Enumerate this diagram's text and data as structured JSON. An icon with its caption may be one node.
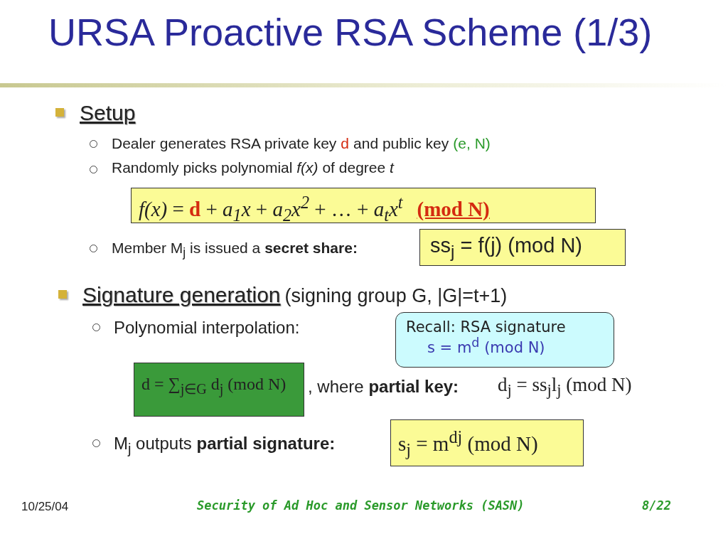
{
  "diagram": {
    "title": "URSA Proactive RSA Scheme (1/3)",
    "nodes": [
      {
        "text": [
          "*f(x)* = **d** + *a$_{1}$x* + *a$_{2}$x$^{2}$* + … + *a$_{t}$x$^{t}$*",
          "(mod N)"
        ]
      },
      {
        "text": [
          "ss$_{j}$ = f(j) (mod N)"
        ]
      },
      {
        "text": [
          "Recall: RSA signature",
          "s = m$^{d}$ (mod N)"
        ]
      },
      {
        "text": [
          "d = ∑$_{j∈G}$ d$_{j}$ (mod N)"
        ]
      },
      {
        "text": [
          "s$_{j}$ = m$^{dj}$ (mod N)"
        ]
      }
    ],
    "labels": [
      "Setup",
      "Dealer generates RSA private key",
      "d",
      "and public key",
      "(e, N)",
      "Randomly picks polynomial *f(x)* of degree *t*",
      "Member M$_{j}$ is issued a **secret share:**",
      "Signature generation",
      "(signing group G, |G|=t+1)",
      "Polynomial interpolation:",
      ", where **partial key:**",
      "d$_{j}$ = ss$_{j}$l$_{j}$ (mod N)",
      "M$_{j}$ outputs **partial signature:**",
      "10/25/04",
      "Security of Ad Hoc and Sensor Networks (SASN)",
      "8/22"
    ]
  }
}
